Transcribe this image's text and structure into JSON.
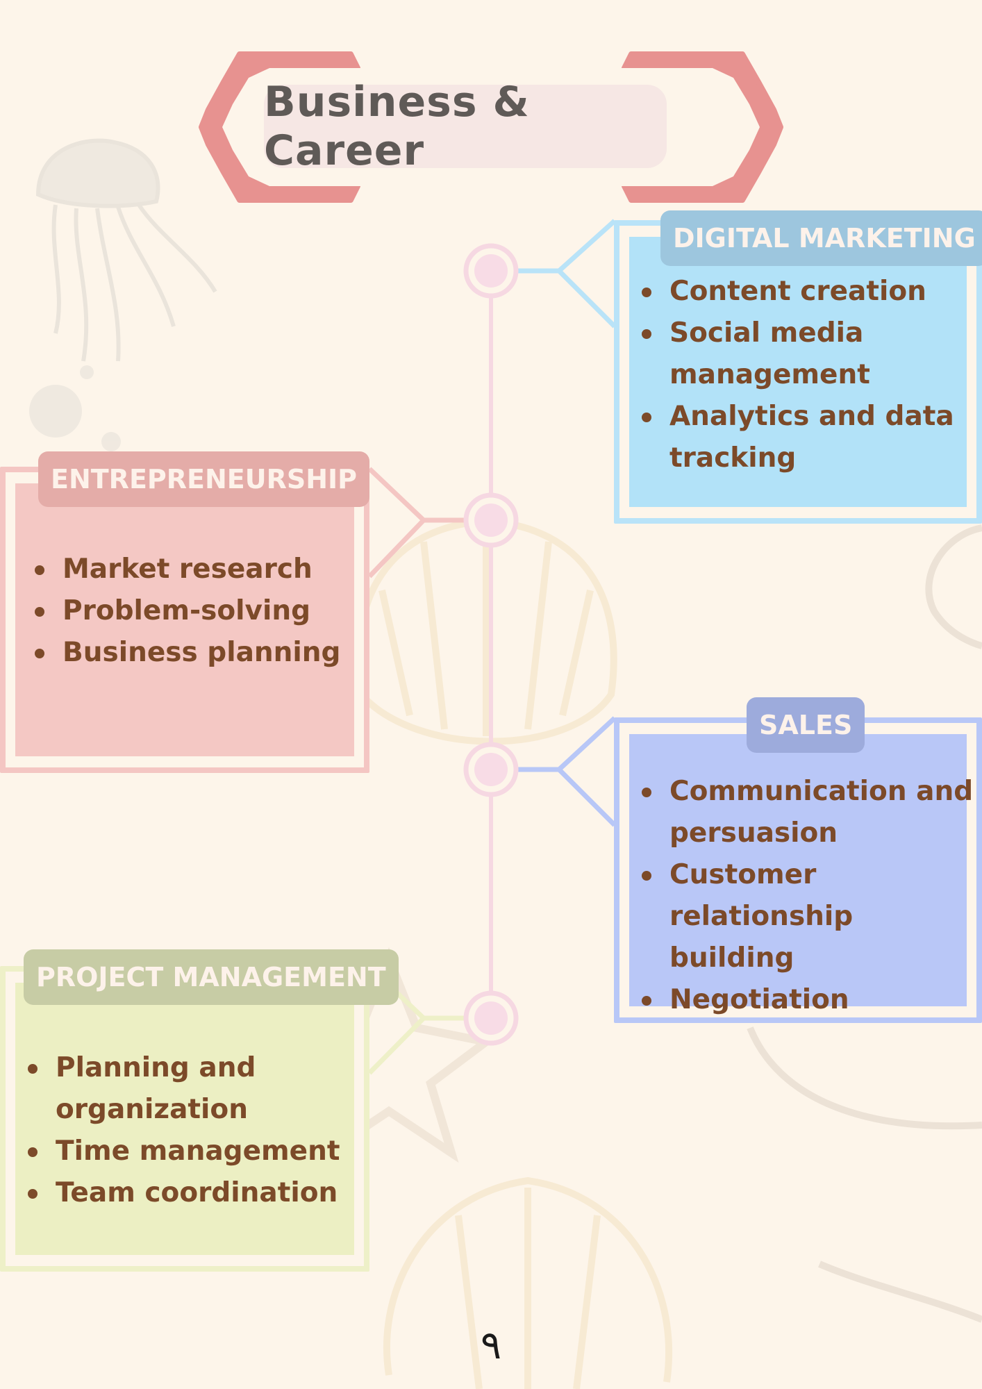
{
  "title": "Business & Career",
  "colors": {
    "background": "#fdf5ea",
    "title_frame": "#e79290",
    "spine": "#f6d8e2",
    "digital_marketing": "#b2e2f8",
    "entrepreneurship": "#f4c8c4",
    "sales": "#b9c7f7",
    "project_management": "#ecefc3",
    "item_text": "#7c4a29"
  },
  "sections": {
    "digital_marketing": {
      "label": "DIGITAL MARKETING",
      "items": [
        "Content creation",
        "Social media management",
        "Analytics and data tracking"
      ]
    },
    "entrepreneurship": {
      "label": "ENTREPRENEURSHIP",
      "items": [
        "Market research",
        "Problem-solving",
        "Business planning"
      ]
    },
    "sales": {
      "label": "SALES",
      "items": [
        "Communication and persuasion",
        "Customer relationship building",
        "Negotiation"
      ]
    },
    "project_management": {
      "label": "PROJECT MANAGEMENT",
      "items": [
        "Planning and organization",
        "Time management",
        "Team coordination"
      ]
    }
  },
  "decorations": [
    "jellyfish-icon",
    "shell-icon",
    "starfish-icon"
  ],
  "page_number": "٩"
}
